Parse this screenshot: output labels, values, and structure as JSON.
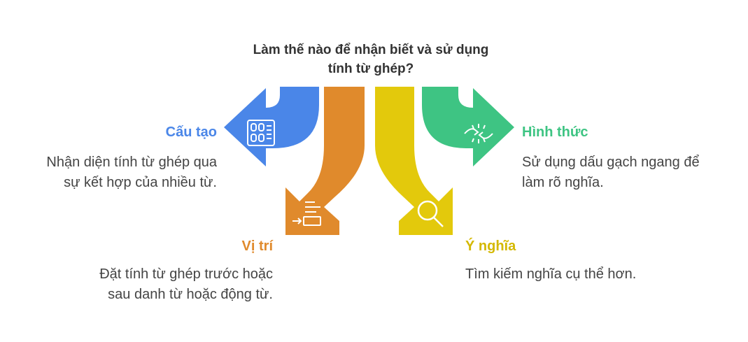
{
  "title": {
    "line1": "Làm thế nào để nhận biết và sử dụng",
    "line2": "tính từ ghép?"
  },
  "colors": {
    "blue": "#4a86e8",
    "orange": "#e08a2c",
    "yellow": "#e3c90c",
    "green": "#3ec483"
  },
  "branches": [
    {
      "label": "Cấu tạo",
      "desc_line1": "Nhận diện tính từ ghép qua",
      "desc_line2": "sự kết hợp của nhiều từ.",
      "icon": "building-icon"
    },
    {
      "label": "Vị trí",
      "desc_line1": "Đặt tính từ ghép trước hoặc",
      "desc_line2": "sau danh từ hoặc động từ.",
      "icon": "list-insert-icon"
    },
    {
      "label": "Ý nghĩa",
      "desc_line1": "Tìm kiếm nghĩa cụ thể hơn.",
      "icon": "magnifier-icon"
    },
    {
      "label": "Hình thức",
      "desc_line1": "Sử dụng dấu gạch ngang để",
      "desc_line2": "làm rõ nghĩa.",
      "icon": "hyphen-link-icon"
    }
  ]
}
